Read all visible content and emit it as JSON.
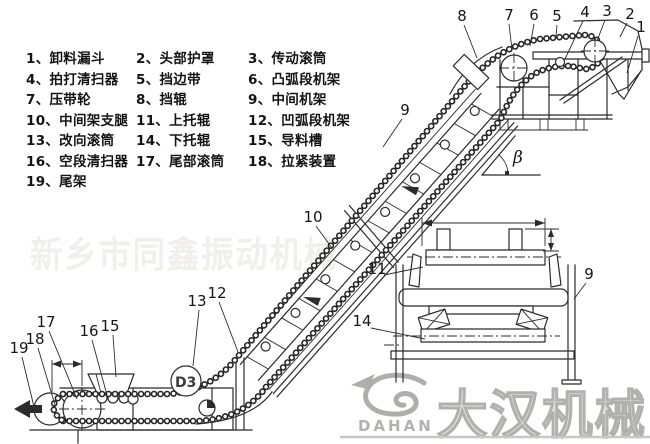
{
  "watermark": {
    "text": "新乡市同鑫振动机械"
  },
  "logo": {
    "brand_en": "DAHAN",
    "brand_cn": "大汉机械"
  },
  "parts_list": {
    "items": [
      "1、卸料漏斗",
      "2、头部护罩",
      "3、传动滚筒",
      "4、拍打清扫器",
      "5、挡边带",
      "6、凸弧段机架",
      "7、压带轮",
      "8、挡辊",
      "9、中间机架",
      "10、中间架支腿",
      "11、上托辊",
      "12、凹弧段机架",
      "13、改向滚筒",
      "14、下托辊",
      "15、导料槽",
      "16、空段清扫器",
      "17、尾部滚筒",
      "18、拉紧装置",
      "19、尾架"
    ]
  },
  "diagram": {
    "angle_symbol": "β",
    "pulley_mark": "D3",
    "callouts": [
      "8",
      "7",
      "6",
      "5",
      "4",
      "3",
      "2",
      "1",
      "9",
      "10",
      "13",
      "12",
      "11",
      "14",
      "9",
      "19",
      "18",
      "17",
      "16",
      "15"
    ]
  },
  "colors": {
    "line": "#2b2b2b",
    "watermark_gray": "#b3b1af",
    "faint_watermark": "#f1efec",
    "background": "#ffffff"
  }
}
